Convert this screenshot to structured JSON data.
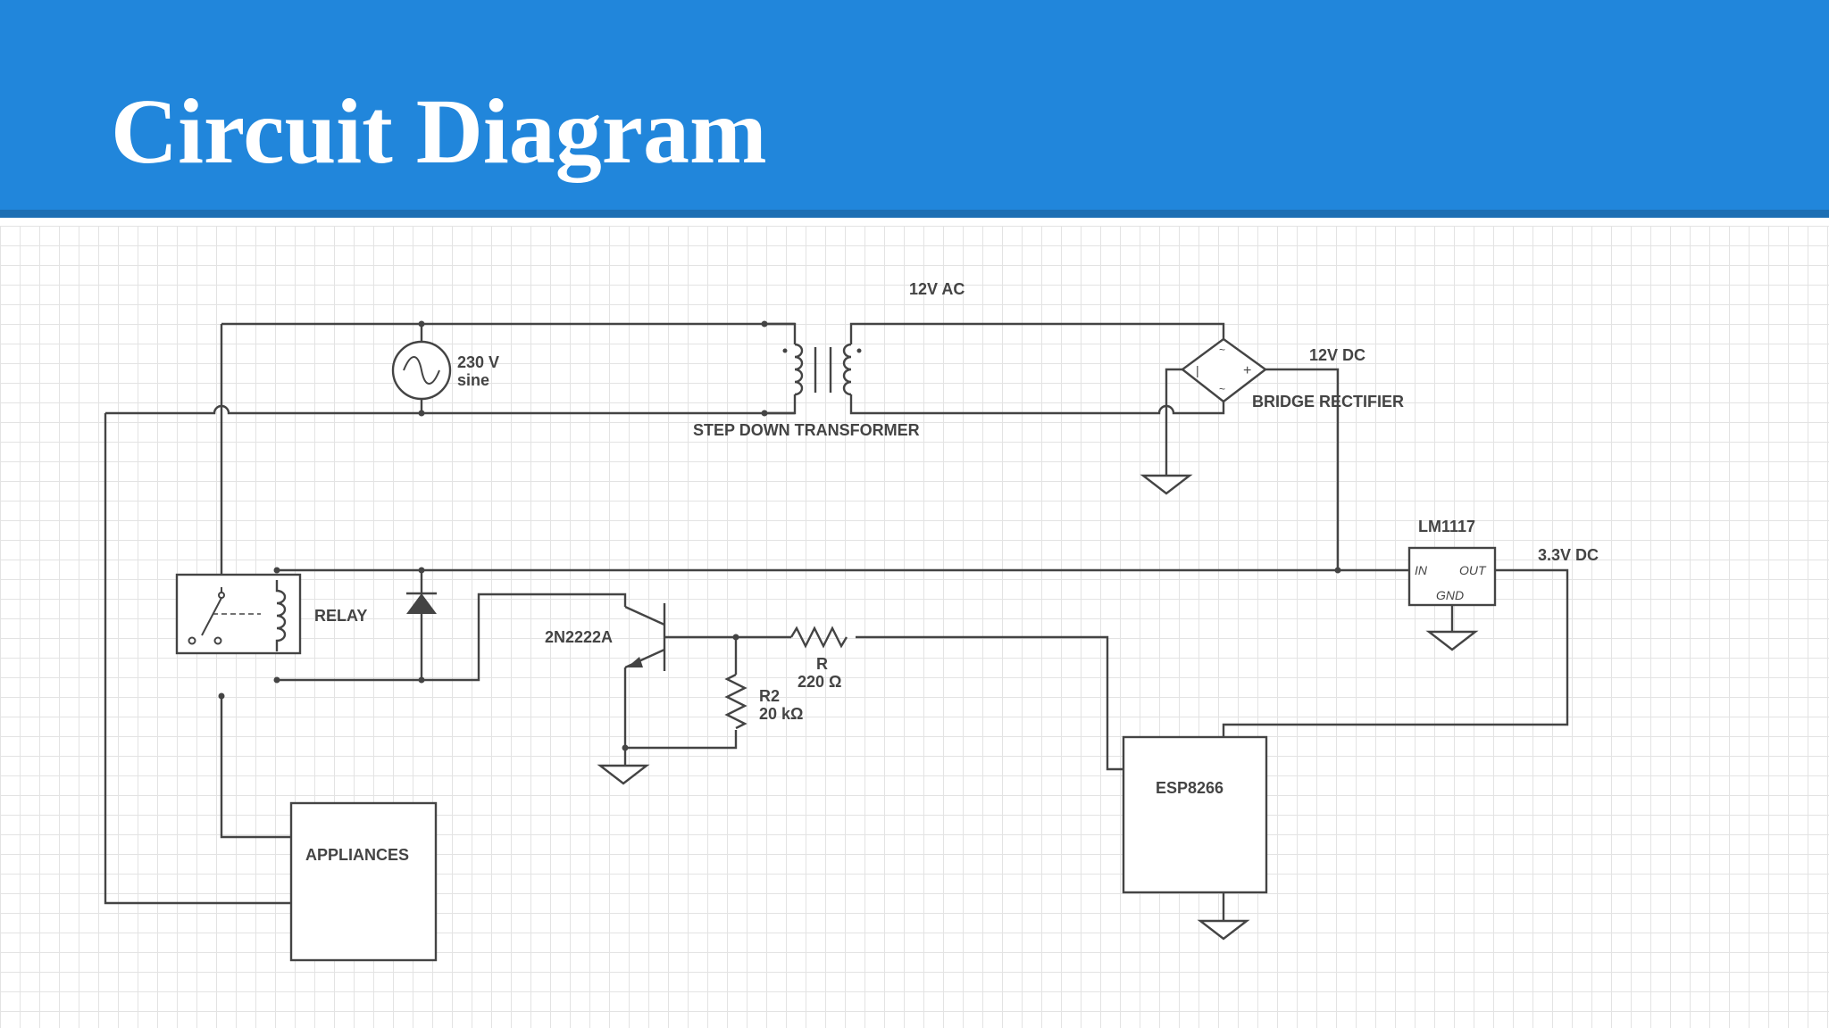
{
  "header": {
    "title": "Circuit Diagram"
  },
  "colors": {
    "header_bg": "#2186db",
    "wire": "#444444",
    "grid": "#e3e3e3"
  },
  "diagram": {
    "labels": {
      "ac_12v": "12V AC",
      "source_voltage": "230 V",
      "source_type": "sine",
      "transformer": "STEP DOWN TRANSFORMER",
      "dc_12v": "12V DC",
      "rectifier": "BRIDGE RECTIFIER",
      "regulator": "LM1117",
      "reg_in": "IN",
      "reg_out": "OUT",
      "reg_gnd": "GND",
      "dc_3v3": "3.3V DC",
      "relay": "RELAY",
      "transistor": "2N2222A",
      "r_name": "R",
      "r_value": "220 Ω",
      "r2_name": "R2",
      "r2_value": "20 kΩ",
      "mcu": "ESP8266",
      "appliances": "APPLIANCES"
    }
  }
}
